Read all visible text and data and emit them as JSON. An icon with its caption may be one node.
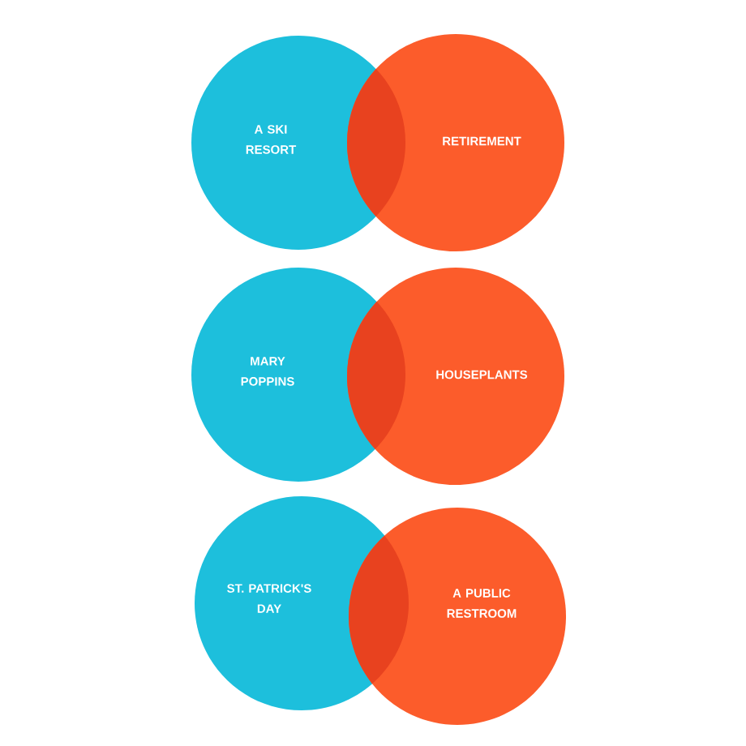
{
  "diagram": {
    "nodes": [
      {
        "text": [
          "A SKI RESORT"
        ]
      },
      {
        "text": [
          "RETIREMENT"
        ]
      },
      {
        "text": [
          "MARY POPPINS"
        ]
      },
      {
        "text": [
          "HOUSEPLANTS"
        ]
      },
      {
        "text": [
          "ST. PATRICK'S DAY"
        ]
      },
      {
        "text": [
          "A PUBLIC RESTROOM"
        ]
      }
    ]
  }
}
